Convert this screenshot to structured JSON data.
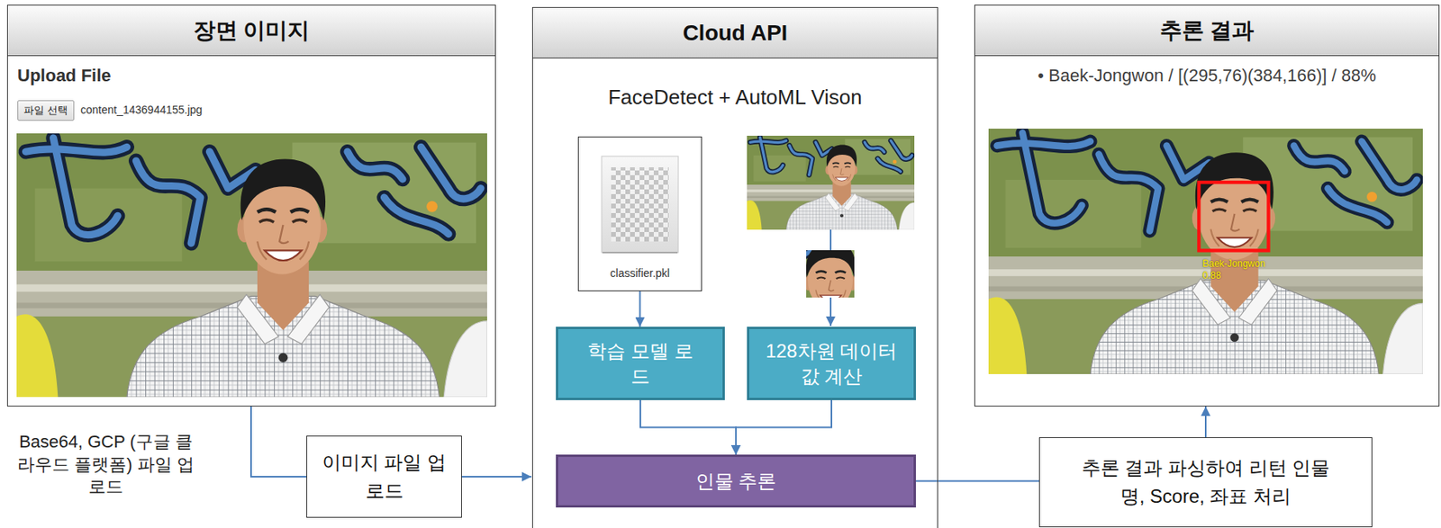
{
  "diagram": {
    "nodes": [
      {
        "text": [
          "장면 이미지",
          "Upload File"
        ]
      },
      {
        "text": [
          "파일 선택"
        ],
        "in": 0
      },
      {
        "text": [
          "Cloud API",
          "FaceDetect + AutoML Vison"
        ]
      },
      {
        "text": [
          "classifier.pkl"
        ],
        "in": 2
      },
      {
        "text": [
          "학습 모델 로드"
        ],
        "in": 2
      },
      {
        "text": [
          "128차원 데이터값 계산"
        ],
        "in": 2
      },
      {
        "text": [
          "인물 추론"
        ],
        "in": 2
      },
      {
        "text": [
          "추론 결과",
          "• Baek-Jongwon / [(295,76)(384,166)] / 88%"
        ]
      },
      {
        "text": [
          "이미지 파일 업로드"
        ]
      },
      {
        "text": [
          "추론 결과 파싱하여 리턴 인물명, Score, 좌표 처리"
        ]
      }
    ],
    "edges": [
      {
        "from": 0,
        "to": 8,
        "arrow": "none"
      },
      {
        "from": 8,
        "to": 2,
        "arrow": "to"
      },
      {
        "from": 3,
        "to": 4,
        "arrow": "to"
      },
      {
        "from": 4,
        "to": 6,
        "arrow": "to"
      },
      {
        "from": 5,
        "to": 6,
        "arrow": "to"
      },
      {
        "from": 6,
        "to": 9,
        "arrow": "none"
      },
      {
        "from": 9,
        "to": 7,
        "arrow": "to"
      }
    ],
    "labels": [
      "content_1436944155.jpg",
      "Base64, GCP (구글 클라우드 플랫폼) 파일 업로드",
      "Baek-Jongwon",
      "0.88"
    ]
  }
}
